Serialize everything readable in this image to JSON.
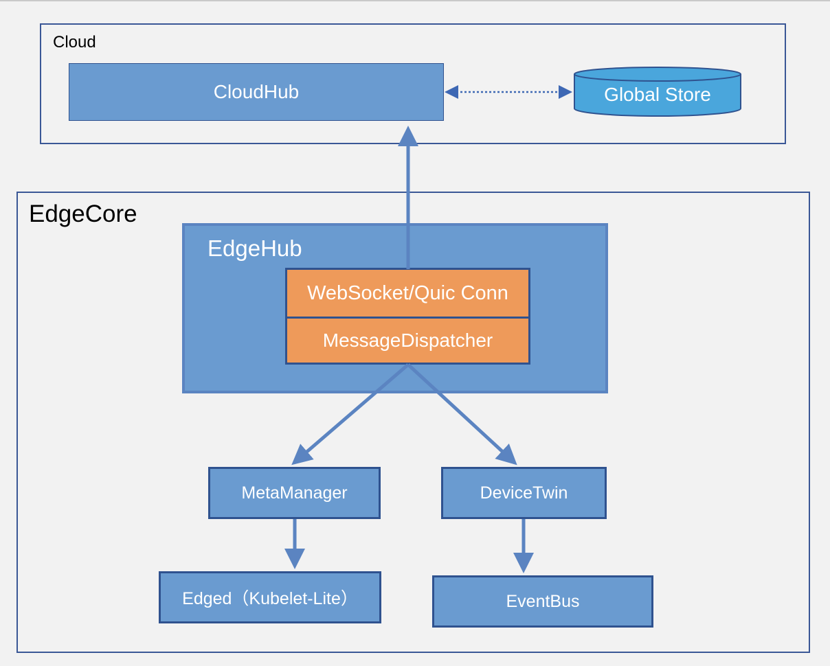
{
  "cloud": {
    "label": "Cloud",
    "cloudhub_label": "CloudHub",
    "global_store_label": "Global Store"
  },
  "edgecore": {
    "label": "EdgeCore",
    "edgehub": {
      "label": "EdgeHub",
      "connection_label": "WebSocket/Quic Conn",
      "dispatcher_label": "MessageDispatcher"
    },
    "metamanager_label": "MetaManager",
    "devicetwin_label": "DeviceTwin",
    "edged_label": "Edged（Kubelet-Lite）",
    "eventbus_label": "EventBus"
  },
  "colors": {
    "box_fill": "#6a9bd0",
    "box_border": "#2f528f",
    "region_border": "#3a5796",
    "store_fill": "#4aa6dc",
    "accent_orange": "#ee9a5a",
    "arrow": "#5b84c1"
  }
}
